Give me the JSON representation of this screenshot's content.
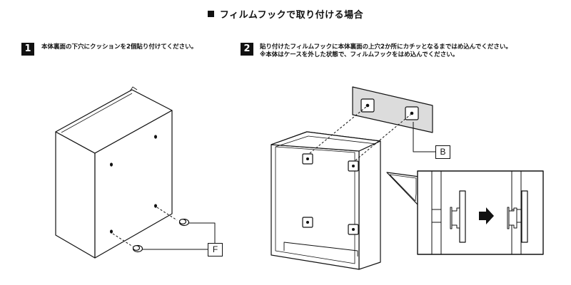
{
  "title": "フィルムフックで取り付ける場合",
  "steps": [
    {
      "number": "1",
      "text": "本体裏面の下穴にクッションを2個貼り付けてください。"
    },
    {
      "number": "2",
      "text": "貼り付けたフィルムフックに本体裏面の上穴2か所にカチッとなるまではめ込んでください。",
      "note": "※本体はケースを外した状態で、フィルムフックをはめ込んでください。"
    }
  ],
  "callouts": {
    "cushion": "F",
    "film_hook": "B"
  },
  "colors": {
    "ink": "#111111",
    "hook_sheet": "#dcdcdc",
    "background": "#ffffff"
  }
}
